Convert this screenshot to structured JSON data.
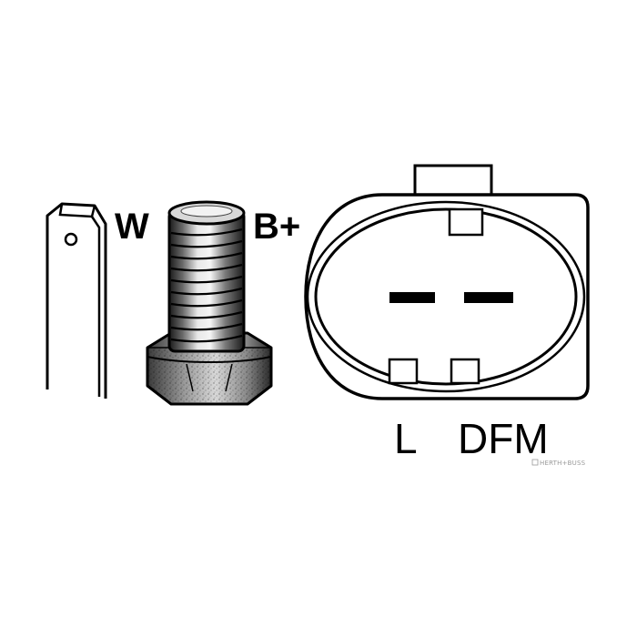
{
  "terminals": {
    "w": {
      "label": "W"
    },
    "b_plus": {
      "label": "B+"
    },
    "l": {
      "label": "L"
    },
    "dfm": {
      "label": "DFM"
    }
  },
  "watermark": {
    "text": "HERTH+BUSS"
  },
  "colors": {
    "ink": "#000000",
    "paper": "#ffffff",
    "watermark": "#9a9a9a"
  }
}
